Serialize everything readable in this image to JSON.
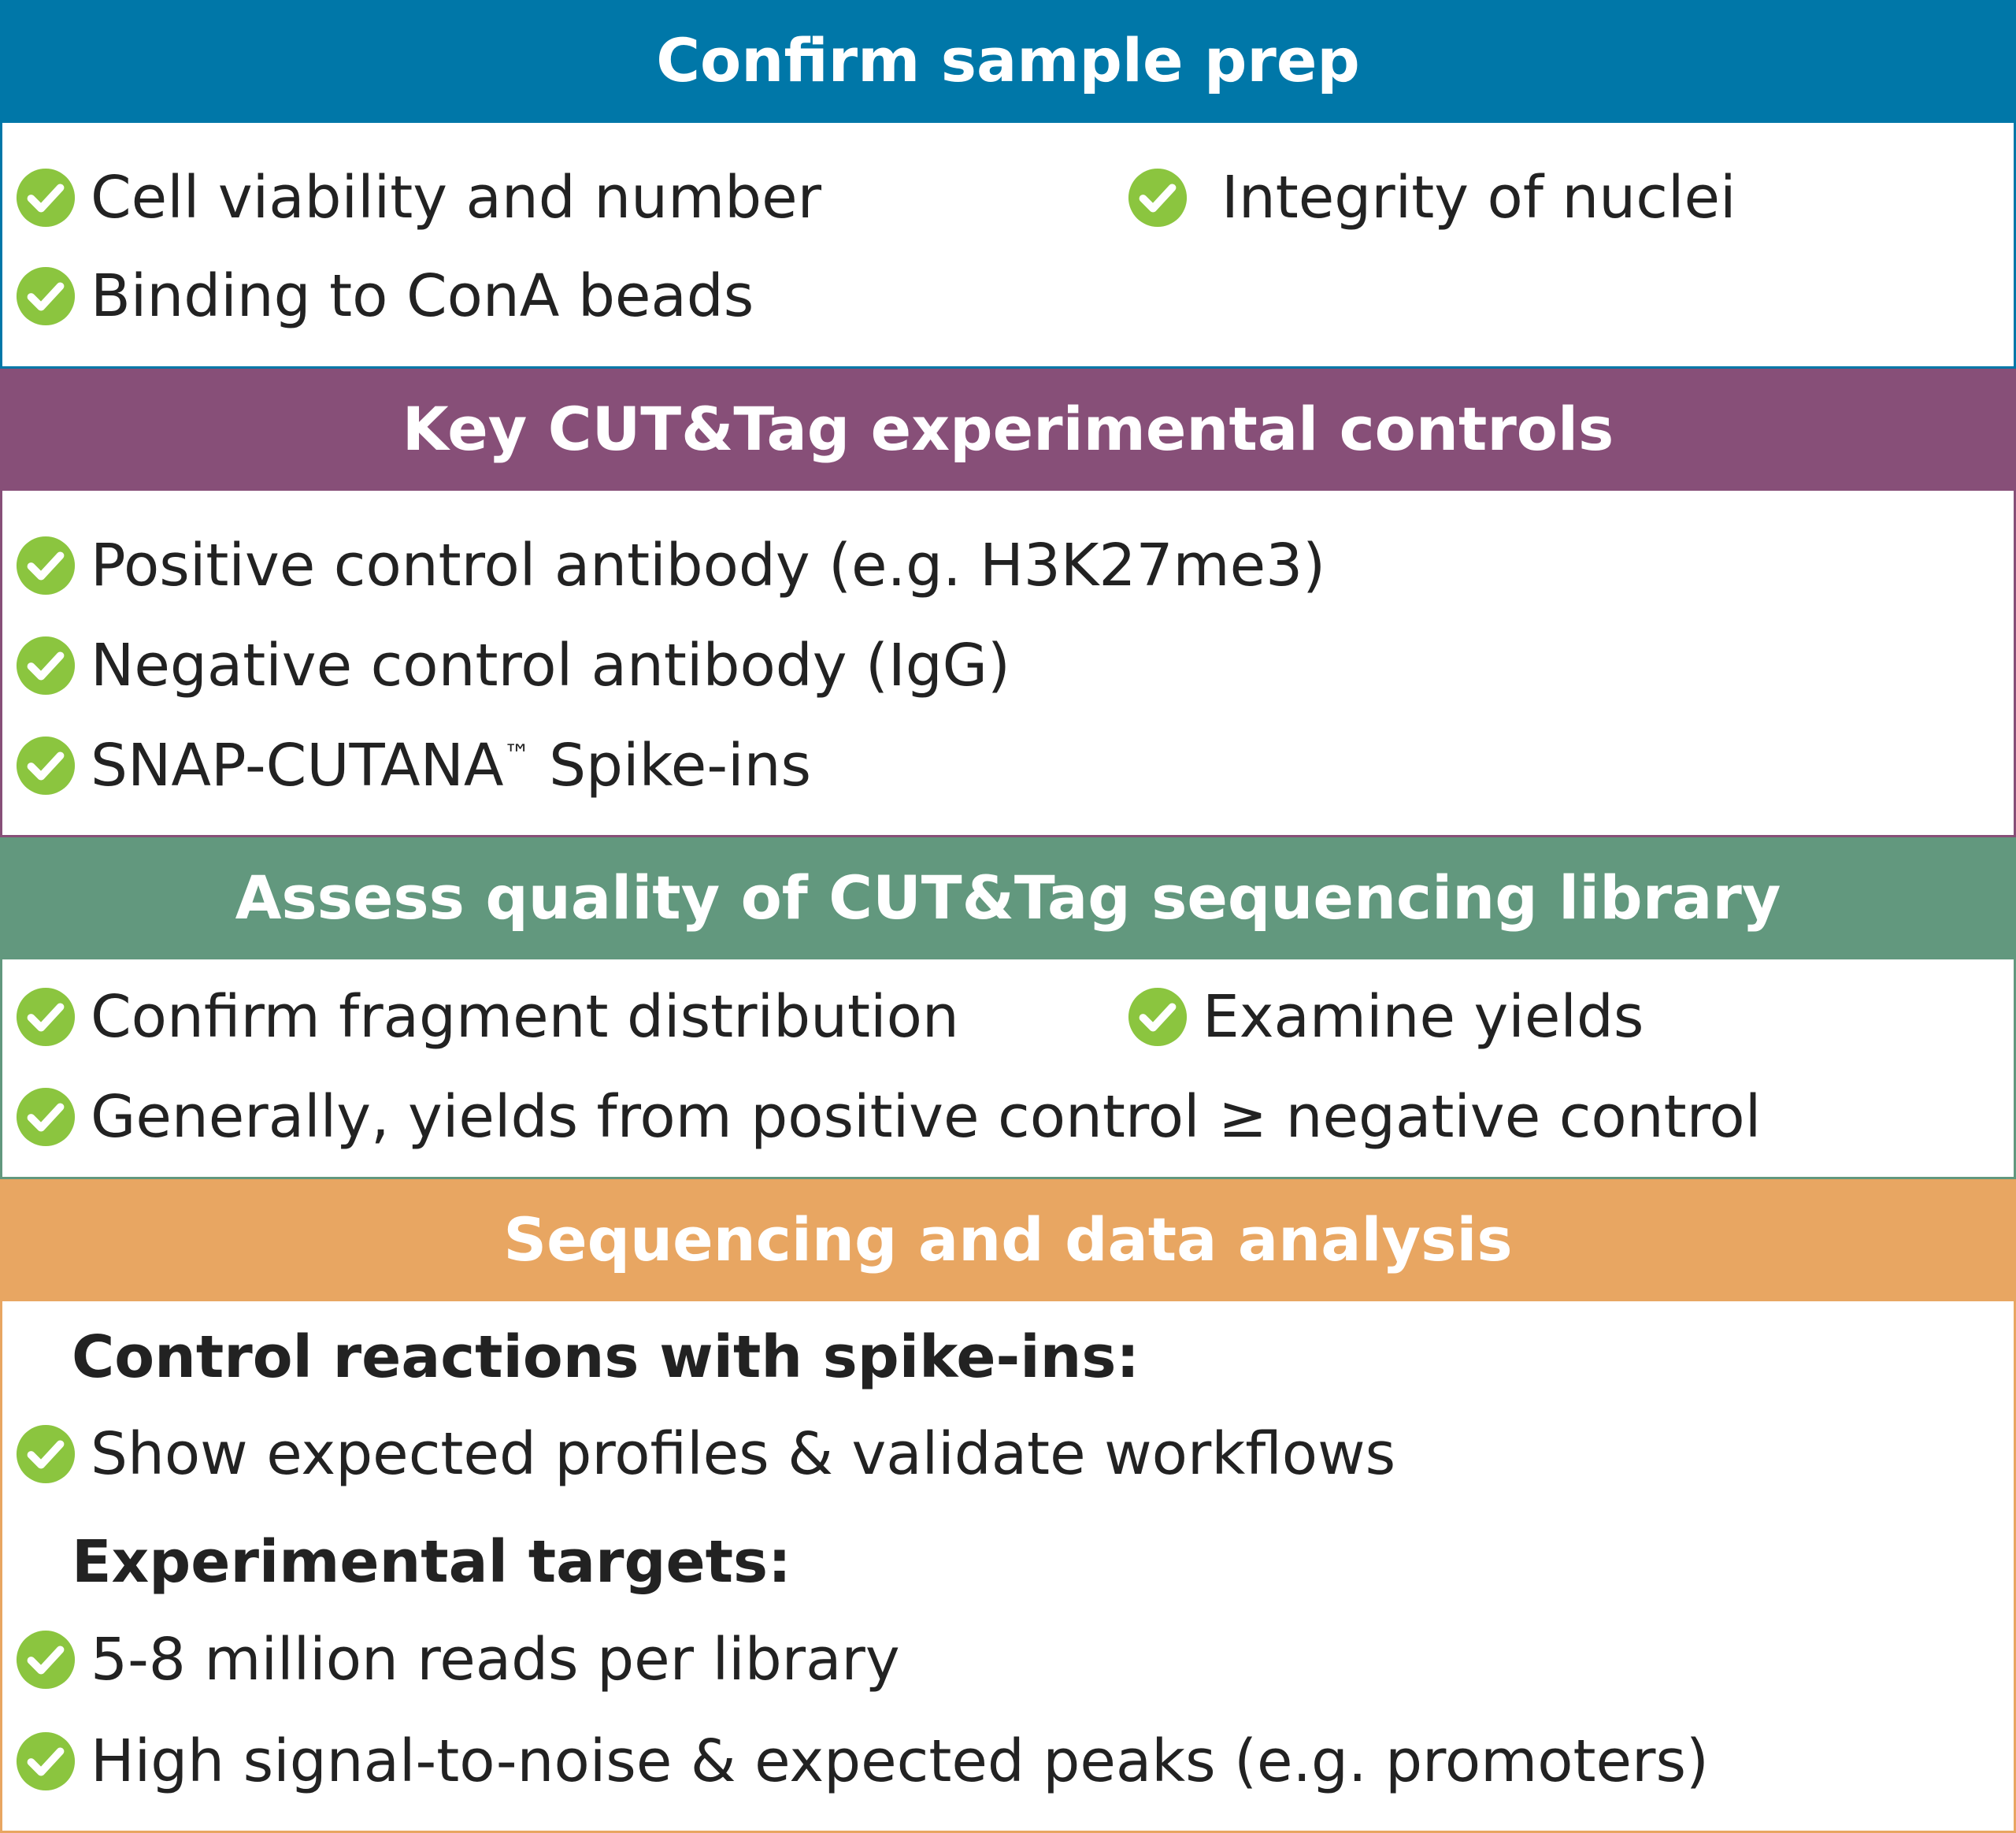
{
  "colors": {
    "section1": "#0077A8",
    "section2": "#874F78",
    "section3": "#62987E",
    "section4": "#E8A662",
    "check": "#8BC53F"
  },
  "icons": {
    "check": "check-circle-icon"
  },
  "sections": [
    {
      "title": "Confirm sample prep",
      "items": [
        "Cell viability and number",
        "Integrity of nuclei",
        "Binding to ConA beads"
      ]
    },
    {
      "title": "Key CUT&Tag experimental controls",
      "items": [
        "Positive control antibody (e.g. H3K27me3)",
        "Negative control antibody (IgG)",
        "SNAP-CUTANA",
        "Spike-ins"
      ],
      "trademark": "™"
    },
    {
      "title": "Assess quality of CUT&Tag sequencing library",
      "items": [
        "Confirm fragment distribution",
        "Examine yields",
        "Generally, yields from positive control ≥ negative control"
      ]
    },
    {
      "title": "Sequencing and data analysis",
      "subheadings": [
        "Control reactions with spike-ins:",
        "Experimental targets:"
      ],
      "items": [
        "Show expected profiles & validate workflows",
        "5-8 million reads per library",
        "High signal-to-noise & expected peaks (e.g. promoters)"
      ]
    }
  ]
}
